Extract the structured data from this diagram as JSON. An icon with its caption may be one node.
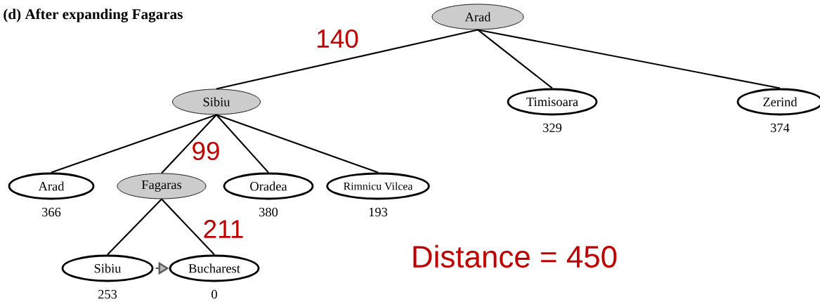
{
  "diagram": {
    "title": "(d) After expanding Fagaras",
    "nodes": [
      {
        "text": [
          "Arad"
        ]
      },
      {
        "text": [
          "Sibiu"
        ]
      },
      {
        "text": [
          "Timisoara"
        ],
        "beside": [
          "329"
        ]
      },
      {
        "text": [
          "Zerind"
        ],
        "beside": [
          "374"
        ]
      },
      {
        "text": [
          "Arad"
        ],
        "beside": [
          "366"
        ]
      },
      {
        "text": [
          "Fagaras"
        ]
      },
      {
        "text": [
          "Oradea"
        ],
        "beside": [
          "380"
        ]
      },
      {
        "text": [
          "Rimnicu Vilcea"
        ],
        "beside": [
          "193"
        ]
      },
      {
        "text": [
          "Sibiu"
        ],
        "beside": [
          "253"
        ]
      },
      {
        "text": [
          "Bucharest"
        ],
        "beside": [
          "0"
        ]
      }
    ],
    "edges": [
      {
        "from": 0,
        "to": 1,
        "arrow": "none",
        "label": "140"
      },
      {
        "from": 0,
        "to": 2,
        "arrow": "none"
      },
      {
        "from": 0,
        "to": 3,
        "arrow": "none"
      },
      {
        "from": 1,
        "to": 4,
        "arrow": "none"
      },
      {
        "from": 1,
        "to": 5,
        "arrow": "none",
        "label": "99"
      },
      {
        "from": 1,
        "to": 6,
        "arrow": "none"
      },
      {
        "from": 1,
        "to": 7,
        "arrow": "none"
      },
      {
        "from": 5,
        "to": 8,
        "arrow": "none"
      },
      {
        "from": 5,
        "to": 9,
        "arrow": "none",
        "label": "211"
      },
      {
        "from": 8,
        "to": 9,
        "arrow": "to"
      }
    ],
    "labels": [
      "Distance = 450"
    ]
  }
}
